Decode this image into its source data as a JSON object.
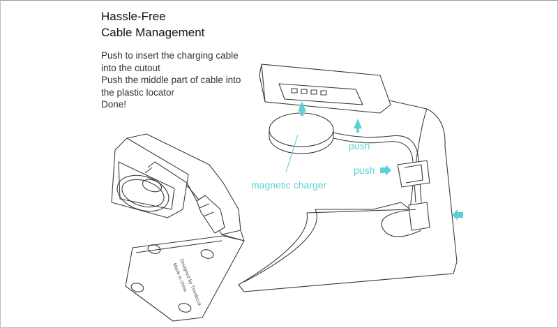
{
  "heading": {
    "line1": "Hassle-Free",
    "line2": "Cable Management"
  },
  "instructions": [
    "Push to insert the charging cable",
    "into the cutout",
    "Push the middle part of cable into",
    "the plastic locator",
    "Done!"
  ],
  "callouts": {
    "push_top": "push",
    "push_side": "push",
    "magnetic_charger": "magnetic charger"
  },
  "engraving": {
    "line1": "Designed by Tmmbcca",
    "line2": "Made in china"
  },
  "colors": {
    "accent": "#5fcfd6",
    "line": "#3a3a3a",
    "text": "#333333"
  }
}
